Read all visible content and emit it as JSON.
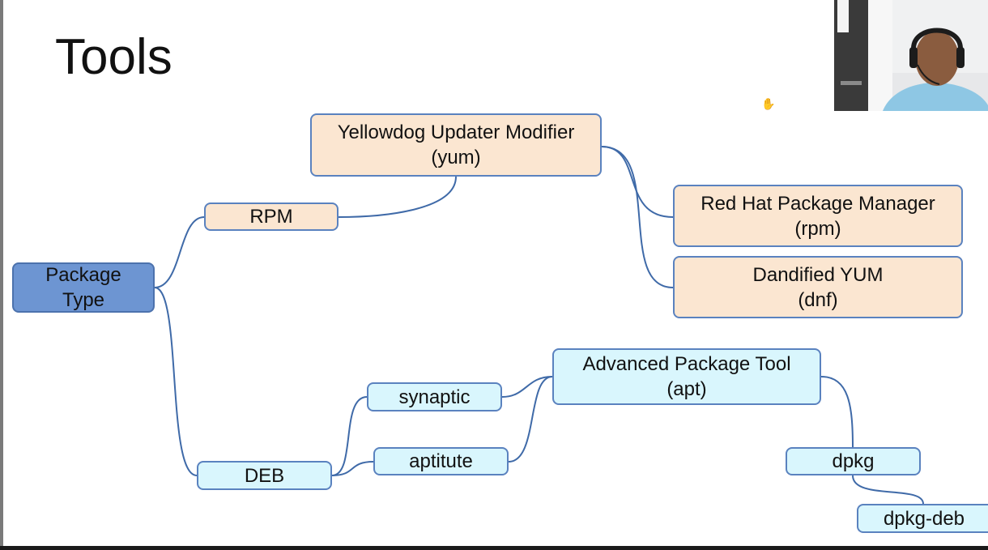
{
  "slide": {
    "title": "Tools"
  },
  "nodes": {
    "package_type": "Package\nType",
    "rpm": "RPM",
    "yum": "Yellowdog Updater Modifier\n(yum)",
    "rpm_manager": "Red Hat Package Manager\n(rpm)",
    "dnf": "Dandified YUM\n(dnf)",
    "deb": "DEB",
    "synaptic": "synaptic",
    "aptitute": "aptitute",
    "apt": "Advanced Package Tool\n(apt)",
    "dpkg": "dpkg",
    "dpkg_deb": "dpkg-deb"
  },
  "colors": {
    "root_fill": "#6d95d2",
    "rpm_branch_fill": "#fbe6d1",
    "deb_branch_fill": "#d9f6fd",
    "connector": "#3f6aa8"
  },
  "icons": {
    "cursor": "hand-cursor-icon"
  },
  "webcam": {
    "content": "presenter-video-feed"
  }
}
